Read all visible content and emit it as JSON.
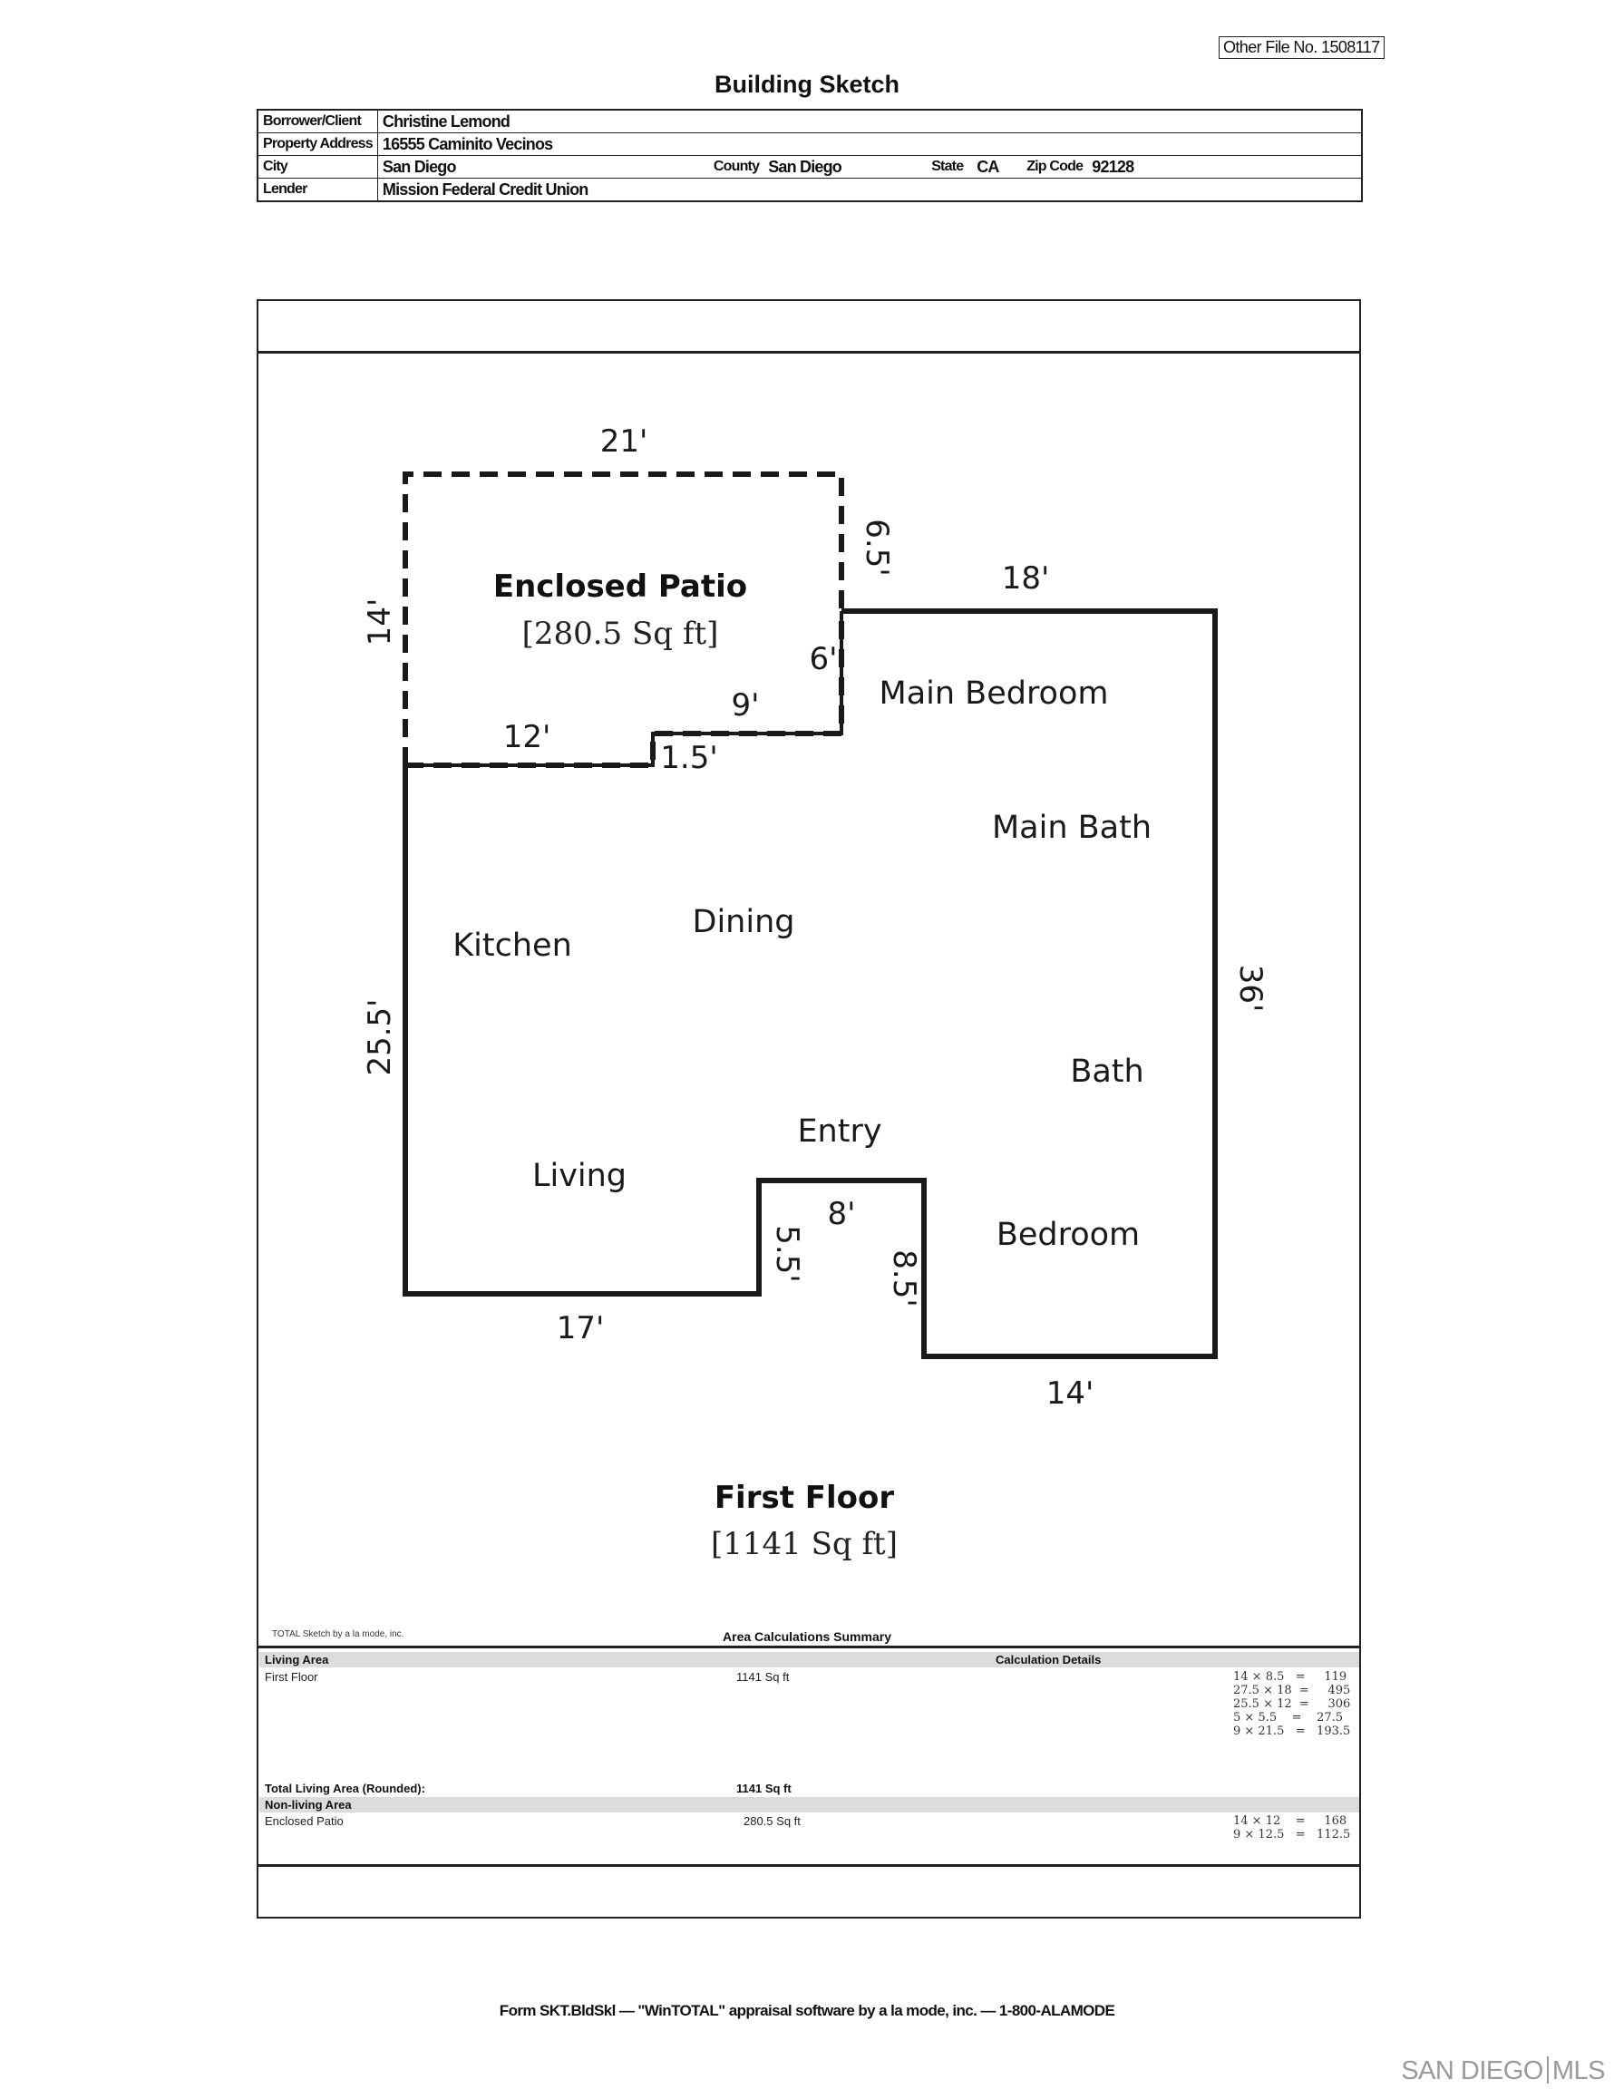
{
  "header": {
    "other_file": "Other File No. 1508117",
    "title": "Building Sketch"
  },
  "info": {
    "borrower_label": "Borrower/Client",
    "borrower": "Christine Lemond",
    "address_label": "Property Address",
    "address": "16555 Caminito Vecinos",
    "city_label": "City",
    "city": "San Diego",
    "county_label": "County",
    "county": "San Diego",
    "state_label": "State",
    "state": "CA",
    "zip_label": "Zip Code",
    "zip": "92128",
    "lender_label": "Lender",
    "lender": "Mission Federal Credit Union"
  },
  "sketch": {
    "patio_title": "Enclosed Patio",
    "patio_area": "[280.5 Sq ft]",
    "floor_title": "First Floor",
    "floor_area": "[1141 Sq ft]",
    "rooms": {
      "main_bedroom": "Main Bedroom",
      "main_bath": "Main Bath",
      "kitchen": "Kitchen",
      "dining": "Dining",
      "bath": "Bath",
      "entry": "Entry",
      "living": "Living",
      "bedroom": "Bedroom"
    },
    "dims": {
      "d21": "21'",
      "d6_5": "6.5'",
      "d18": "18'",
      "d14_left": "14'",
      "d6": "6'",
      "d9": "9'",
      "d12": "12'",
      "d1_5": "1.5'",
      "d36": "36'",
      "d25_5": "25.5'",
      "d8": "8'",
      "d5_5": "5.5'",
      "d8_5": "8.5'",
      "d17": "17'",
      "d14_bottom": "14'"
    }
  },
  "summary": {
    "credit": "TOTAL Sketch by a la mode, inc.",
    "title": "Area Calculations Summary",
    "living_area_label": "Living Area",
    "calc_details_label": "Calculation Details",
    "first_floor_label": "First Floor",
    "first_floor_value": "1141 Sq ft",
    "first_floor_calcs": [
      "14 × 8.5   =     119",
      "27.5 × 18  =     495",
      "25.5 × 12  =     306",
      "5 × 5.5    =    27.5",
      "9 × 21.5   =   193.5"
    ],
    "total_label": "Total Living Area (Rounded):",
    "total_value": "1141 Sq ft",
    "non_living_label": "Non-living Area",
    "patio_label": "Enclosed Patio",
    "patio_value": "280.5 Sq ft",
    "patio_calcs": [
      "14 × 12    =     168",
      "9 × 12.5   =   112.5"
    ]
  },
  "footer": {
    "form_text": "Form SKT.BldSkl — \"WinTOTAL\" appraisal software by a la mode, inc. — 1-800-ALAMODE",
    "logo_left": "SAN DIEGO",
    "logo_right": "MLS"
  }
}
